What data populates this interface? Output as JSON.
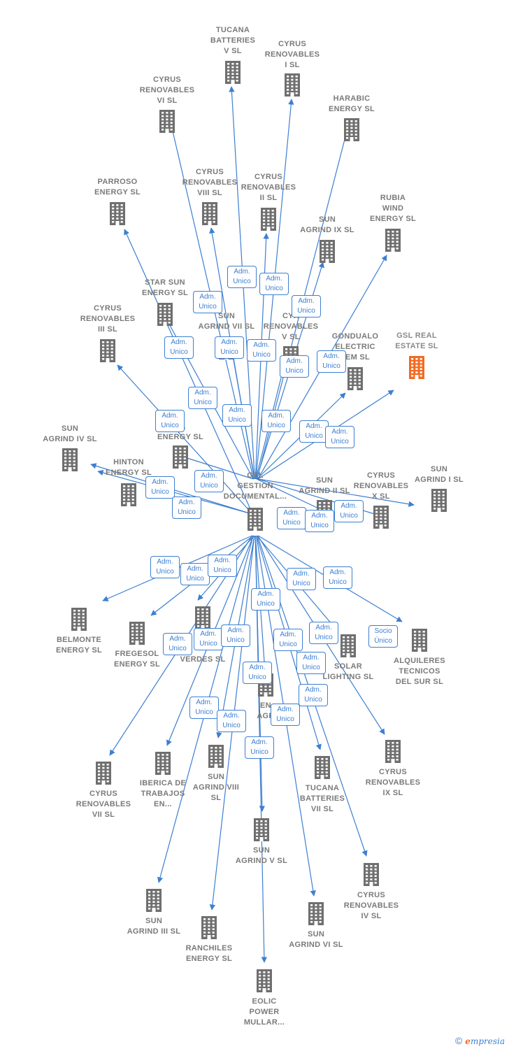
{
  "center": {
    "id": "gsl",
    "label": "GSL\nGESTION\nDOCUMENTAL..."
  },
  "colors": {
    "edge": "#3d7fd1",
    "building": "#6f6f6f",
    "highlight": "#f26b22",
    "label": "#7a7a7a"
  },
  "nodes": [
    {
      "id": "tucana5",
      "label": "TUCANA\nBATTERIES\nV  SL"
    },
    {
      "id": "cyrus1",
      "label": "CYRUS\nRENOVABLES\nI  SL"
    },
    {
      "id": "cyrus6",
      "label": "CYRUS\nRENOVABLES\nVI  SL"
    },
    {
      "id": "harabic",
      "label": "HARABIC\nENERGY  SL"
    },
    {
      "id": "parroso",
      "label": "PARROSO\nENERGY  SL"
    },
    {
      "id": "cyrus8",
      "label": "CYRUS\nRENOVABLES\nVIII  SL"
    },
    {
      "id": "cyrus2",
      "label": "CYRUS\nRENOVABLES\nII  SL"
    },
    {
      "id": "rubia",
      "label": "RUBIA\nWIND\nENERGY  SL"
    },
    {
      "id": "sun9",
      "label": "SUN\nAGRIND IX  SL"
    },
    {
      "id": "starsun",
      "label": "STAR SUN\nENERGY  SL"
    },
    {
      "id": "cyrus3",
      "label": "CYRUS\nRENOVABLES\nIII  SL"
    },
    {
      "id": "sun7",
      "label": "SUN\nAGRIND VII  SL"
    },
    {
      "id": "cyrus5",
      "label": "CYR\nRENOVABLES\nV  SL"
    },
    {
      "id": "gondualo",
      "label": "GONDUALO\nELECTRIC\nTEM  SL"
    },
    {
      "id": "gslre",
      "label": "GSL REAL\nESTATE  SL",
      "highlight": true
    },
    {
      "id": "sun4",
      "label": "SUN\nAGRIND IV  SL"
    },
    {
      "id": "xal",
      "label": "AL\nENERGY  SL"
    },
    {
      "id": "hinton",
      "label": "HINTON\nENERGY  SL"
    },
    {
      "id": "sun2",
      "label": "SUN\nAGRIND II  SL"
    },
    {
      "id": "cyrus10",
      "label": "CYRUS\nRENOVABLES\nX  SL"
    },
    {
      "id": "sun1",
      "label": "SUN\nAGRIND I  SL"
    },
    {
      "id": "belmonte",
      "label": "BELMONTE\nENERGY  SL"
    },
    {
      "id": "fregesol",
      "label": "FREGESOL\nENERGY  SL"
    },
    {
      "id": "verdes",
      "label": "VERDES  SL"
    },
    {
      "id": "solar",
      "label": "SOLAR\nLIGHTING SL"
    },
    {
      "id": "alquileres",
      "label": "ALQUILERES\nTECNICOS\nDEL SUR SL"
    },
    {
      "id": "enagr",
      "label": "EN\nAGR"
    },
    {
      "id": "cyrus7",
      "label": "CYRUS\nRENOVABLES\nVII  SL"
    },
    {
      "id": "iberica",
      "label": "IBERICA DE\nTRABAJOS\nEN..."
    },
    {
      "id": "sun8",
      "label": "SUN\nAGRIND VIII\nSL"
    },
    {
      "id": "tucana7",
      "label": "TUCANA\nBATTERIES\nVII  SL"
    },
    {
      "id": "cyrus9",
      "label": "CYRUS\nRENOVABLES\nIX  SL"
    },
    {
      "id": "sun5",
      "label": "SUN\nAGRIND V  SL"
    },
    {
      "id": "cyrus4",
      "label": "CYRUS\nRENOVABLES\nIV  SL"
    },
    {
      "id": "sun3",
      "label": "SUN\nAGRIND III  SL"
    },
    {
      "id": "ranchiles",
      "label": "RANCHILES\nENERGY  SL"
    },
    {
      "id": "sun6",
      "label": "SUN\nAGRIND VI  SL"
    },
    {
      "id": "eolic",
      "label": "EOLIC\nPOWER\nMULLAR..."
    }
  ],
  "badge_text": {
    "adm": "Adm.\nUnico",
    "socio": "Socio\nÚnico"
  },
  "footer": {
    "copyright": "©",
    "brand_e": "e",
    "brand_rest": "mpresia"
  }
}
